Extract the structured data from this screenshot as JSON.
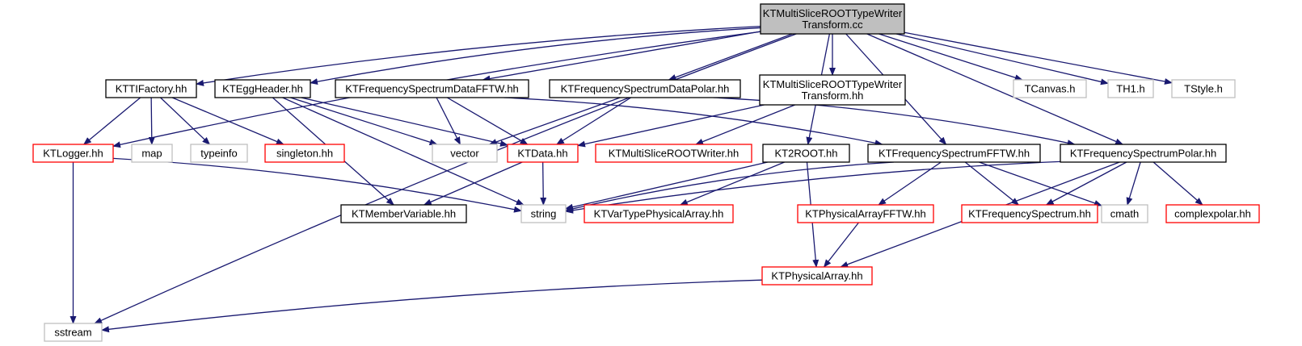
{
  "colors": {
    "edge": "#191970",
    "root_fill": "#bfbfbf",
    "root_border": "#000000",
    "documented_border": "#000000",
    "include_error_border": "#ff0000",
    "system_border": "#bfbfbf",
    "text": "#000000"
  },
  "nodes": {
    "root": {
      "lines": [
        "KTMultiSliceROOTTypeWriter",
        "Transform.cc"
      ],
      "kind": "root"
    },
    "ttifactory": {
      "lines": [
        "KTTIFactory.hh"
      ],
      "kind": "documented"
    },
    "eggheader": {
      "lines": [
        "KTEggHeader.hh"
      ],
      "kind": "documented"
    },
    "fsdfftw": {
      "lines": [
        "KTFrequencySpectrumDataFFTW.hh"
      ],
      "kind": "documented"
    },
    "fsdpolar": {
      "lines": [
        "KTFrequencySpectrumDataPolar.hh"
      ],
      "kind": "documented"
    },
    "mstwh": {
      "lines": [
        "KTMultiSliceROOTTypeWriter",
        "Transform.hh"
      ],
      "kind": "documented"
    },
    "tcanvas": {
      "lines": [
        "TCanvas.h"
      ],
      "kind": "system"
    },
    "th1": {
      "lines": [
        "TH1.h"
      ],
      "kind": "system"
    },
    "tstyle": {
      "lines": [
        "TStyle.h"
      ],
      "kind": "system"
    },
    "logger": {
      "lines": [
        "KTLogger.hh"
      ],
      "kind": "include_error"
    },
    "map": {
      "lines": [
        "map"
      ],
      "kind": "system"
    },
    "typeinfo": {
      "lines": [
        "typeinfo"
      ],
      "kind": "system"
    },
    "singleton": {
      "lines": [
        "singleton.hh"
      ],
      "kind": "include_error"
    },
    "vector": {
      "lines": [
        "vector"
      ],
      "kind": "system"
    },
    "ktdata": {
      "lines": [
        "KTData.hh"
      ],
      "kind": "include_error"
    },
    "mswriter": {
      "lines": [
        "KTMultiSliceROOTWriter.hh"
      ],
      "kind": "include_error"
    },
    "kt2root": {
      "lines": [
        "KT2ROOT.hh"
      ],
      "kind": "documented"
    },
    "fsfftw": {
      "lines": [
        "KTFrequencySpectrumFFTW.hh"
      ],
      "kind": "documented"
    },
    "fspolar": {
      "lines": [
        "KTFrequencySpectrumPolar.hh"
      ],
      "kind": "documented"
    },
    "membervar": {
      "lines": [
        "KTMemberVariable.hh"
      ],
      "kind": "documented"
    },
    "string": {
      "lines": [
        "string"
      ],
      "kind": "system"
    },
    "vartype": {
      "lines": [
        "KTVarTypePhysicalArray.hh"
      ],
      "kind": "include_error"
    },
    "pafftw": {
      "lines": [
        "KTPhysicalArrayFFTW.hh"
      ],
      "kind": "include_error"
    },
    "freqspec": {
      "lines": [
        "KTFrequencySpectrum.hh"
      ],
      "kind": "include_error"
    },
    "cmath": {
      "lines": [
        "cmath"
      ],
      "kind": "system"
    },
    "complexpolar": {
      "lines": [
        "complexpolar.hh"
      ],
      "kind": "include_error"
    },
    "physarray": {
      "lines": [
        "KTPhysicalArray.hh"
      ],
      "kind": "include_error"
    },
    "sstream": {
      "lines": [
        "sstream"
      ],
      "kind": "system"
    }
  },
  "edges": [
    [
      "root",
      "logger"
    ],
    [
      "root",
      "ttifactory"
    ],
    [
      "root",
      "eggheader"
    ],
    [
      "root",
      "fsdfftw"
    ],
    [
      "root",
      "fsdpolar"
    ],
    [
      "root",
      "mstwh"
    ],
    [
      "root",
      "tcanvas"
    ],
    [
      "root",
      "th1"
    ],
    [
      "root",
      "tstyle"
    ],
    [
      "root",
      "sstream"
    ],
    [
      "root",
      "kt2root"
    ],
    [
      "root",
      "fsfftw"
    ],
    [
      "root",
      "fspolar"
    ],
    [
      "ttifactory",
      "logger"
    ],
    [
      "ttifactory",
      "map"
    ],
    [
      "ttifactory",
      "typeinfo"
    ],
    [
      "ttifactory",
      "singleton"
    ],
    [
      "eggheader",
      "vector"
    ],
    [
      "eggheader",
      "ktdata"
    ],
    [
      "eggheader",
      "membervar"
    ],
    [
      "eggheader",
      "string"
    ],
    [
      "fsdfftw",
      "vector"
    ],
    [
      "fsdfftw",
      "ktdata"
    ],
    [
      "fsdfftw",
      "fsfftw"
    ],
    [
      "fsdpolar",
      "vector"
    ],
    [
      "fsdpolar",
      "ktdata"
    ],
    [
      "fsdpolar",
      "fspolar"
    ],
    [
      "mstwh",
      "ktdata"
    ],
    [
      "mstwh",
      "mswriter"
    ],
    [
      "logger",
      "string"
    ],
    [
      "logger",
      "sstream"
    ],
    [
      "ktdata",
      "string"
    ],
    [
      "ktdata",
      "membervar"
    ],
    [
      "kt2root",
      "string"
    ],
    [
      "kt2root",
      "vartype"
    ],
    [
      "kt2root",
      "physarray"
    ],
    [
      "fsfftw",
      "string"
    ],
    [
      "fsfftw",
      "pafftw"
    ],
    [
      "fsfftw",
      "freqspec"
    ],
    [
      "fsfftw",
      "cmath"
    ],
    [
      "fspolar",
      "string"
    ],
    [
      "fspolar",
      "freqspec"
    ],
    [
      "fspolar",
      "cmath"
    ],
    [
      "fspolar",
      "complexpolar"
    ],
    [
      "fspolar",
      "physarray"
    ],
    [
      "pafftw",
      "physarray"
    ],
    [
      "physarray",
      "sstream"
    ]
  ]
}
